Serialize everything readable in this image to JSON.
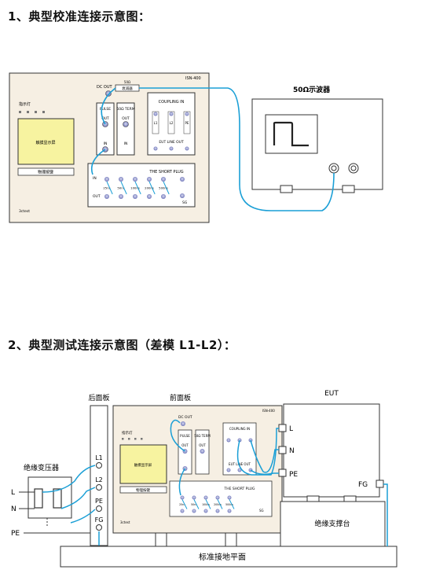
{
  "headings": {
    "section1": "1、典型校准连接示意图：",
    "section2": "2、典型测试连接示意图（差模 L1-L2）："
  },
  "device": {
    "model": "ISN-400",
    "indicator": "指示灯",
    "display": "触摸显示屏",
    "switch": "物理按键",
    "dc_out": "DC OUT",
    "pulse": "PULSE",
    "out": "OUT",
    "in": "IN",
    "term": "50Ω TERM",
    "coupling_in": "COUPLING IN",
    "eut_line_out": "EUT LINE OUT",
    "short_plug": "THE SHORT PLUG",
    "sg": "SG",
    "brand": "3ctest",
    "attenuator": "衰减器",
    "att_value": "50Ω",
    "delays": [
      "25ns",
      "50ns",
      "100ns",
      "200ns",
      "500ns"
    ],
    "coupling_labels": [
      "L1",
      "L2",
      "PE"
    ]
  },
  "diagram1": {
    "oscilloscope": "50Ω示波器"
  },
  "diagram2": {
    "rear_panel": "后面板",
    "front_panel": "前面板",
    "rear_terminals": [
      "L1",
      "L2",
      "PE",
      "FG"
    ],
    "transformer": "绝缘变压器",
    "transformer_terminals": [
      "L",
      "N",
      "PE"
    ],
    "eut": "EUT",
    "eut_terminals": [
      "L",
      "N",
      "PE"
    ],
    "eut_fg": "FG",
    "support": "绝缘支撑台",
    "ground_plane": "标准接地平面"
  },
  "colors": {
    "cable": "#1a9fd6",
    "panel_fill": "#f6efe3",
    "display_fill": "#f7f3a0",
    "connector": "#8a8fc9"
  }
}
